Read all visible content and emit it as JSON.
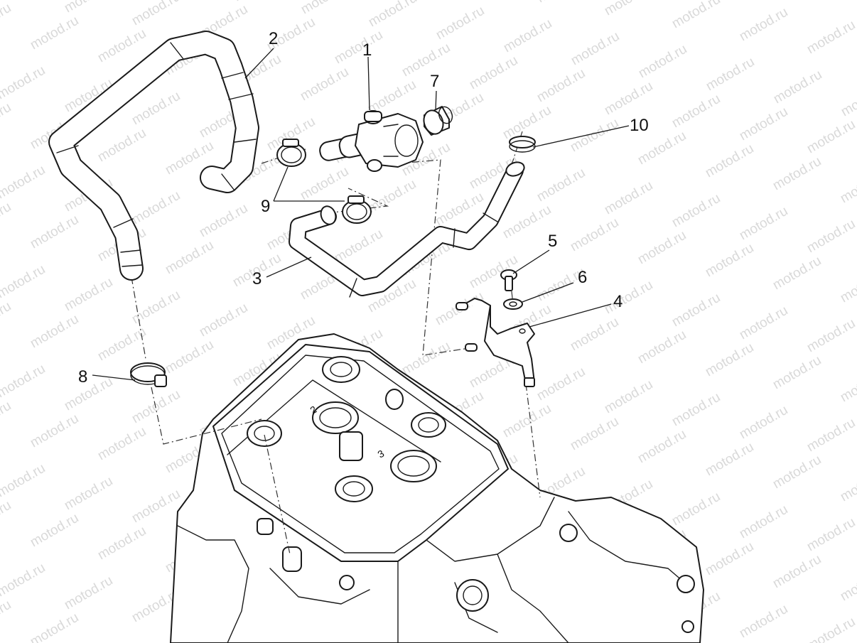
{
  "diagram": {
    "callouts": [
      {
        "id": "1",
        "label": "1"
      },
      {
        "id": "2",
        "label": "2"
      },
      {
        "id": "3",
        "label": "3"
      },
      {
        "id": "4",
        "label": "4"
      },
      {
        "id": "5",
        "label": "5"
      },
      {
        "id": "6",
        "label": "6"
      },
      {
        "id": "7",
        "label": "7"
      },
      {
        "id": "8",
        "label": "8"
      },
      {
        "id": "9",
        "label": "9"
      },
      {
        "id": "10",
        "label": "10"
      }
    ],
    "watermark": "motod.ru",
    "cylinder_marks": [
      "2",
      "3"
    ]
  },
  "colors": {
    "line": "#1a1a1a",
    "background": "#ffffff",
    "watermark": "#d9d9d9"
  }
}
